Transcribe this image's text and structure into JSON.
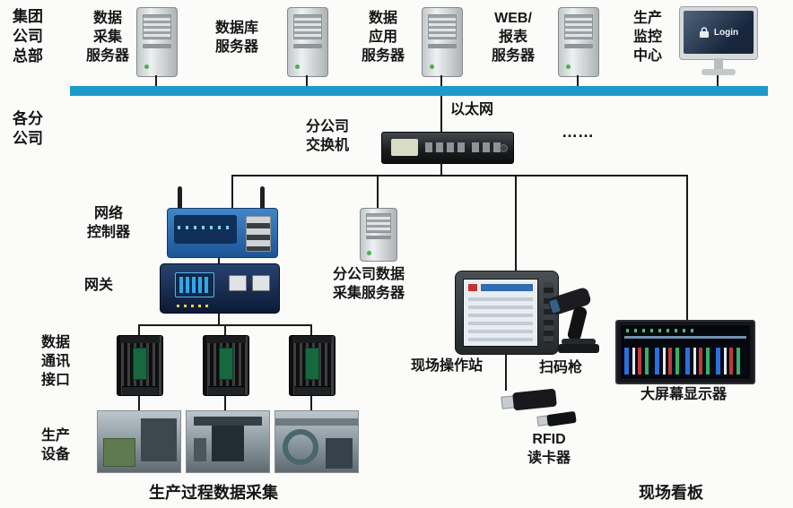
{
  "colors": {
    "ethernet_bus": "#1e9ac8",
    "connector_line": "#1a1a1a",
    "text": "#151515",
    "background": "#fbfbf9"
  },
  "hq_label": {
    "lines": [
      "集团",
      "公司",
      "总部"
    ]
  },
  "top_servers": [
    {
      "lines": [
        "数据",
        "采集",
        "服务器"
      ]
    },
    {
      "lines": [
        "数据库",
        "服务器"
      ]
    },
    {
      "lines": [
        "数据",
        "应用",
        "服务器"
      ]
    },
    {
      "lines": [
        "WEB/",
        "报表",
        "服务器"
      ]
    }
  ],
  "monitor": {
    "lines": [
      "生产",
      "监控",
      "中心"
    ],
    "screen_text": "Login"
  },
  "branch_label": {
    "lines": [
      "各分",
      "公司"
    ]
  },
  "ethernet_label": "以太网",
  "switch_label": {
    "lines": [
      "分公司",
      "交换机"
    ]
  },
  "dots": "……",
  "controller_label": {
    "lines": [
      "网络",
      "控制器"
    ]
  },
  "gateway_label": "网关",
  "branch_server_label": {
    "lines": [
      "分公司数据",
      "采集服务器"
    ]
  },
  "dtu_label": {
    "lines": [
      "数据",
      "通讯",
      "接口"
    ]
  },
  "equipment_label": {
    "lines": [
      "生产",
      "设备"
    ]
  },
  "bottom_left_label": "生产过程数据采集",
  "station_label": "现场操作站",
  "scanner_label": "扫码枪",
  "rfid_label": {
    "lines": [
      "RFID",
      "读卡器"
    ]
  },
  "display_label": "大屏幕显示器",
  "bottom_right_label": "现场看板"
}
